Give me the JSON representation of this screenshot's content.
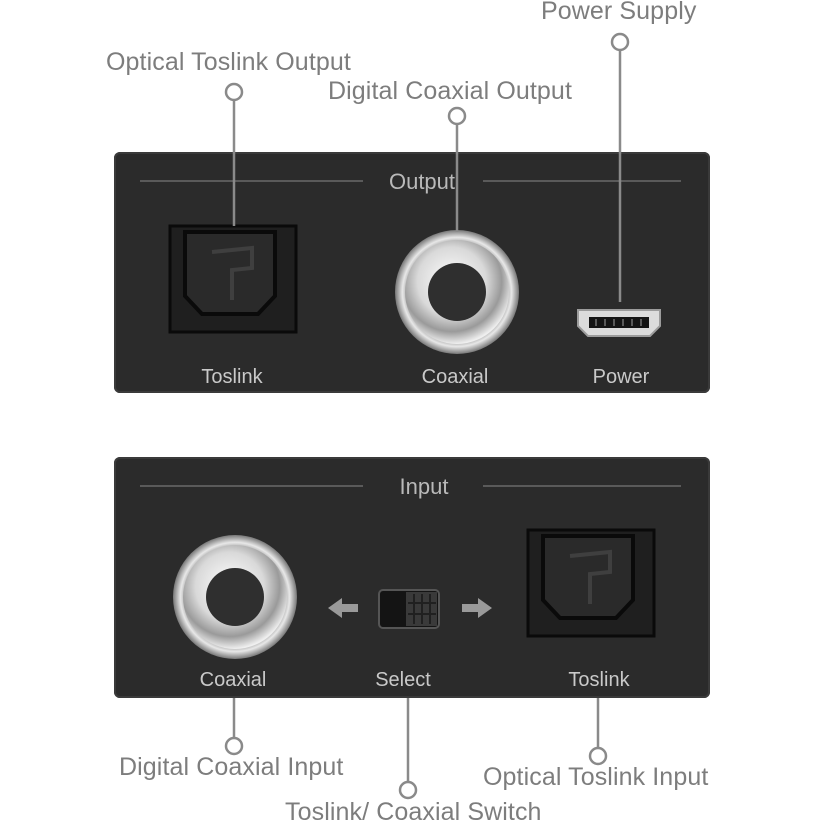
{
  "callouts": {
    "power_supply": "Power Supply",
    "optical_toslink_output": "Optical Toslink Output",
    "digital_coaxial_output": "Digital Coaxial Output",
    "digital_coaxial_input": "Digital Coaxial Input",
    "optical_toslink_input": "Optical Toslink Input",
    "toslink_coaxial_switch": "Toslink/ Coaxial Switch"
  },
  "output_panel": {
    "title": "Output",
    "toslink_label": "Toslink",
    "coaxial_label": "Coaxial",
    "power_label": "Power"
  },
  "input_panel": {
    "title": "Input",
    "coaxial_label": "Coaxial",
    "select_label": "Select",
    "toslink_label": "Toslink"
  },
  "colors": {
    "panel": "#2b2b2b",
    "callout_text": "#7d7d7d",
    "leader_line": "#8a8a8a",
    "chrome": "#d8d8d8"
  }
}
